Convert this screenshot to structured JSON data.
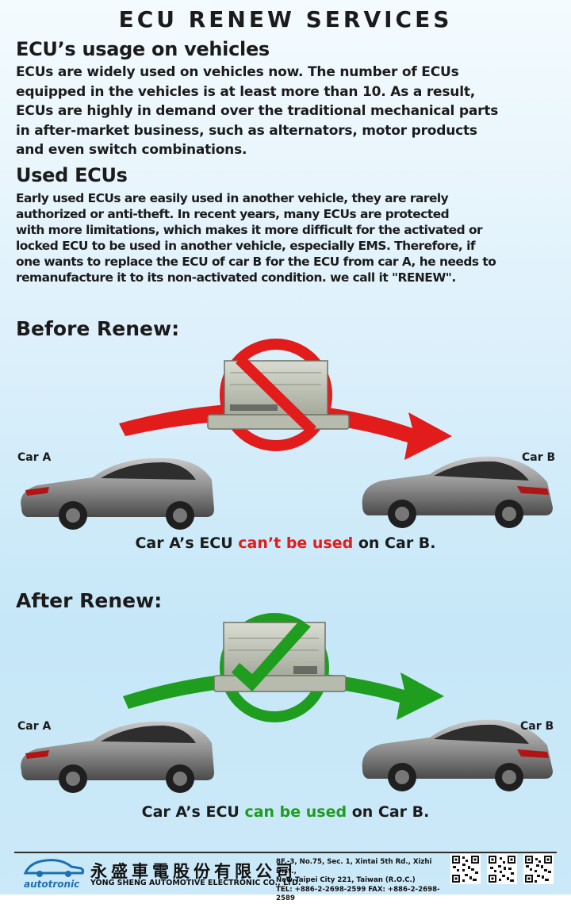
{
  "title": "ECU RENEW SERVICES",
  "section1": {
    "heading": "ECU’s usage on vehicles",
    "lines": [
      "ECUs are widely used on vehicles now. The number of ECUs",
      "equipped in the vehicles is at least more than 10. As a result,",
      "ECUs are highly in demand over the traditional mechanical parts",
      "in after-market business, such as alternators, motor products",
      "and even switch combinations."
    ]
  },
  "section2": {
    "heading": "Used ECUs",
    "lines": [
      "Early used ECUs are easily used in another vehicle, they are rarely",
      "authorized or anti-theft. In recent years, many ECUs are protected",
      "with more limitations, which makes it more difficult for the activated or",
      "locked ECU to be used in another vehicle, especially EMS. Therefore, if",
      "one wants to replace the ECU of car B for the ECU from car A, he needs to",
      "remanufacture it to its non-activated condition. we call it \"RENEW\"."
    ]
  },
  "before": {
    "heading": "Before Renew:",
    "car_a": "Car A",
    "car_b": "Car B",
    "caption_pre": "Car A’s ECU ",
    "caption_highlight": "can’t be used",
    "caption_post": " on Car B.",
    "arrow_color": "#e21b1b",
    "highlight_color": "#e21b1b"
  },
  "after": {
    "heading": "After Renew:",
    "car_a": "Car A",
    "car_b": "Car B",
    "caption_pre": "Car A’s ECU ",
    "caption_highlight": "can be used",
    "caption_post": " on Car B.",
    "arrow_color": "#1e9d1e",
    "highlight_color": "#1e9d1e"
  },
  "footer": {
    "logo_text": "autotronic",
    "company_cn": "永盛車電股份有限公司",
    "company_en": "YONG SHENG AUTOMOTIVE ELECTRONIC CO., LTD.",
    "address_lines": [
      "8F.-3, No.75, Sec. 1, Xintai 5th Rd., Xizhi Dist.,",
      "New Taipei City 221, Taiwan (R.O.C.)",
      "TEL: +886-2-2698-2599    FAX: +886-2-2698-2589"
    ]
  }
}
